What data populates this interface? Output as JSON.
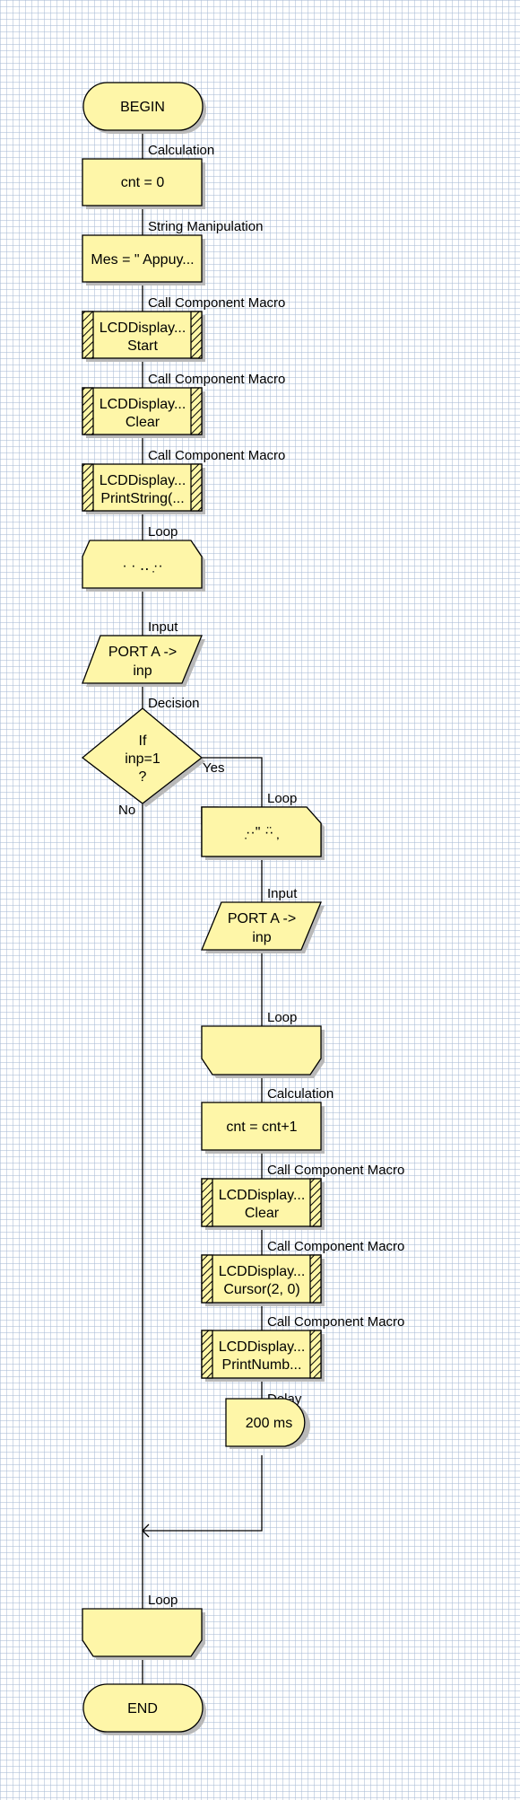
{
  "flowchart": {
    "begin": "BEGIN",
    "end": "END",
    "nodes": {
      "calc1": {
        "type": "Calculation",
        "text": "cnt = 0"
      },
      "str1": {
        "type": "String Manipulation",
        "text": "Mes = \" Appuy..."
      },
      "macro1": {
        "type": "Call Component Macro",
        "line1": "LCDDisplay...",
        "line2": "Start"
      },
      "macro2": {
        "type": "Call Component Macro",
        "line1": "LCDDisplay...",
        "line2": "Clear"
      },
      "macro3": {
        "type": "Call Component Macro",
        "line1": "LCDDisplay...",
        "line2": "PrintString(..."
      },
      "loop1": {
        "type": "Loop",
        "text": "· · ‥ ·̣·"
      },
      "input1": {
        "type": "Input",
        "line1": "PORT A ->",
        "line2": "inp"
      },
      "decision": {
        "type": "Decision",
        "line1": "If",
        "line2": "inp=1",
        "line3": "?",
        "yes": "Yes",
        "no": "No"
      },
      "loop2": {
        "type": "Loop",
        "text": "·̣·\" ·̈· ̦"
      },
      "input2": {
        "type": "Input",
        "line1": "PORT A ->",
        "line2": "inp"
      },
      "loop3": {
        "type": "Loop",
        "text": ""
      },
      "calc2": {
        "type": "Calculation",
        "text": "cnt = cnt+1"
      },
      "macro4": {
        "type": "Call Component Macro",
        "line1": "LCDDisplay...",
        "line2": "Clear"
      },
      "macro5": {
        "type": "Call Component Macro",
        "line1": "LCDDisplay...",
        "line2": "Cursor(2, 0)"
      },
      "macro6": {
        "type": "Call Component Macro",
        "line1": "LCDDisplay...",
        "line2": "PrintNumb..."
      },
      "delay": {
        "type": "Delay",
        "text": "200 ms"
      },
      "loop4": {
        "type": "Loop",
        "text": ""
      }
    }
  }
}
